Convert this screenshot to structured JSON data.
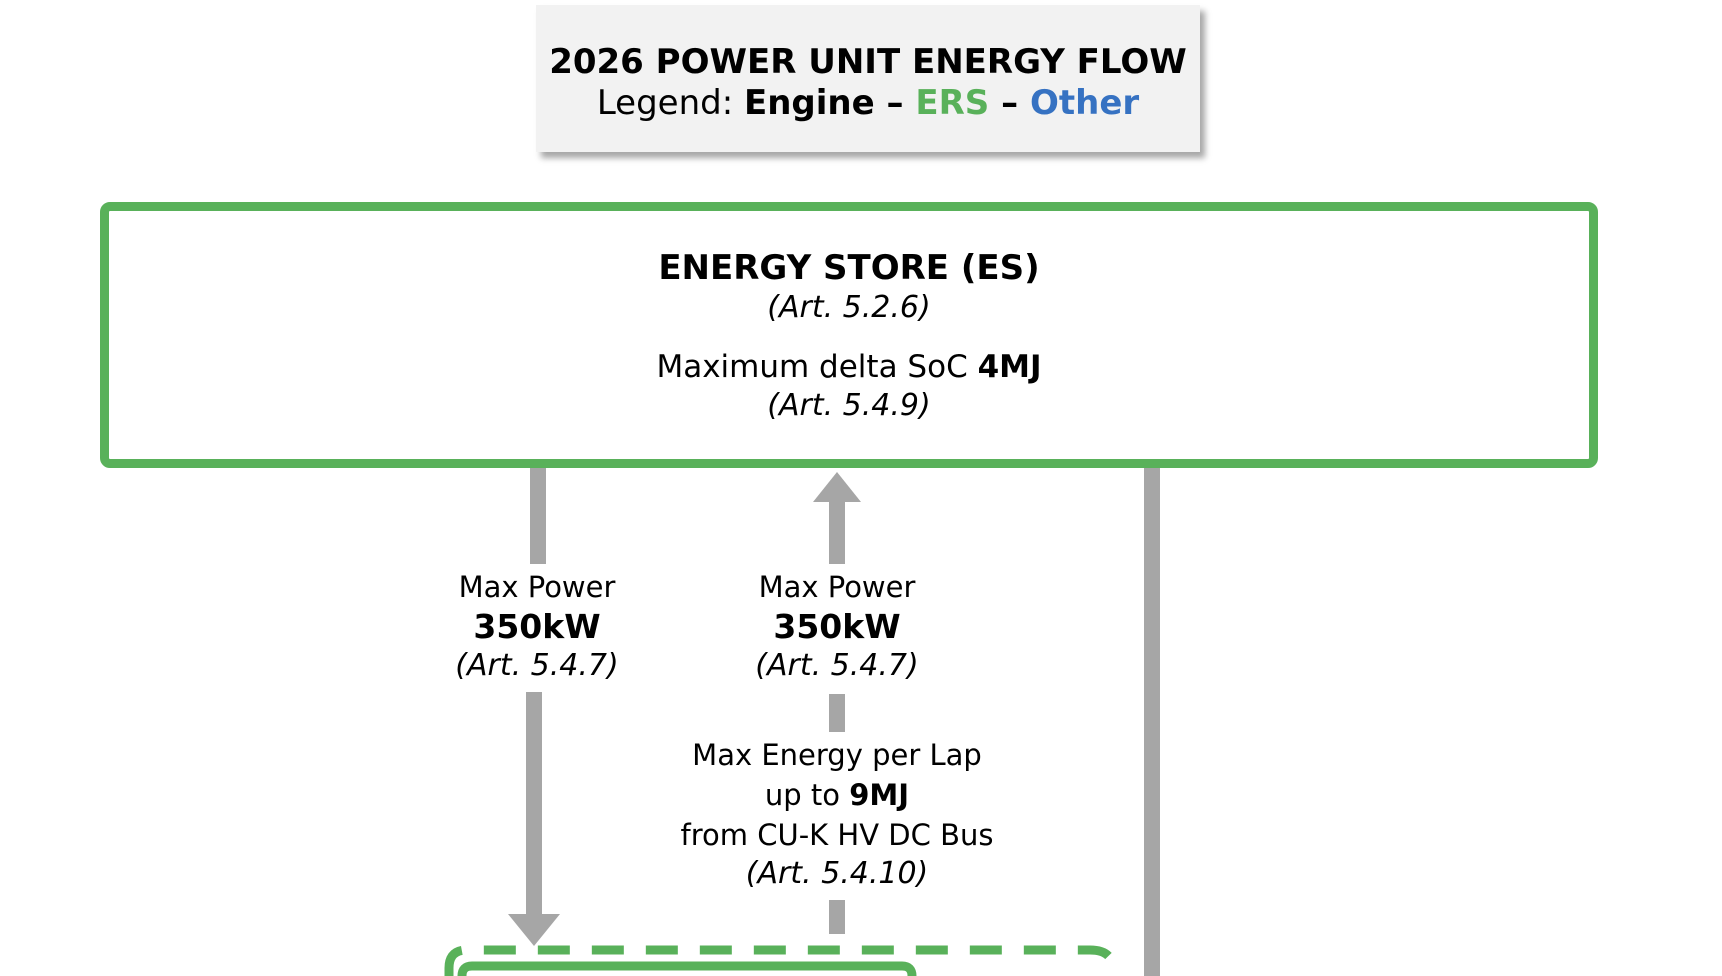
{
  "legend": {
    "title": "2026 POWER UNIT ENERGY FLOW",
    "prefix": "Legend: ",
    "engine": "Engine",
    "dash": " – ",
    "ers": "ERS",
    "other": "Other"
  },
  "energy_store": {
    "title": "ENERGY STORE (ES)",
    "art": "(Art. 5.2.6)",
    "soc_text": "Maximum delta SoC ",
    "soc_value": "4MJ",
    "soc_art": "(Art. 5.4.9)"
  },
  "left_flow": {
    "label": "Max Power",
    "value": "350kW",
    "art": "(Art. 5.4.7)"
  },
  "center_flow": {
    "label": "Max Power",
    "value": "350kW",
    "art": "(Art. 5.4.7)",
    "energy_line1": "Max Energy per Lap",
    "energy_line2_prefix": "up to ",
    "energy_line2_value": "9MJ",
    "energy_line3": "from CU-K HV DC Bus",
    "energy_art": "(Art. 5.4.10)"
  },
  "colors": {
    "ers_green": "#59b15a",
    "other_blue": "#3672c2",
    "arrow_grey": "#a6a6a6",
    "legend_bg": "#f2f2f2"
  }
}
